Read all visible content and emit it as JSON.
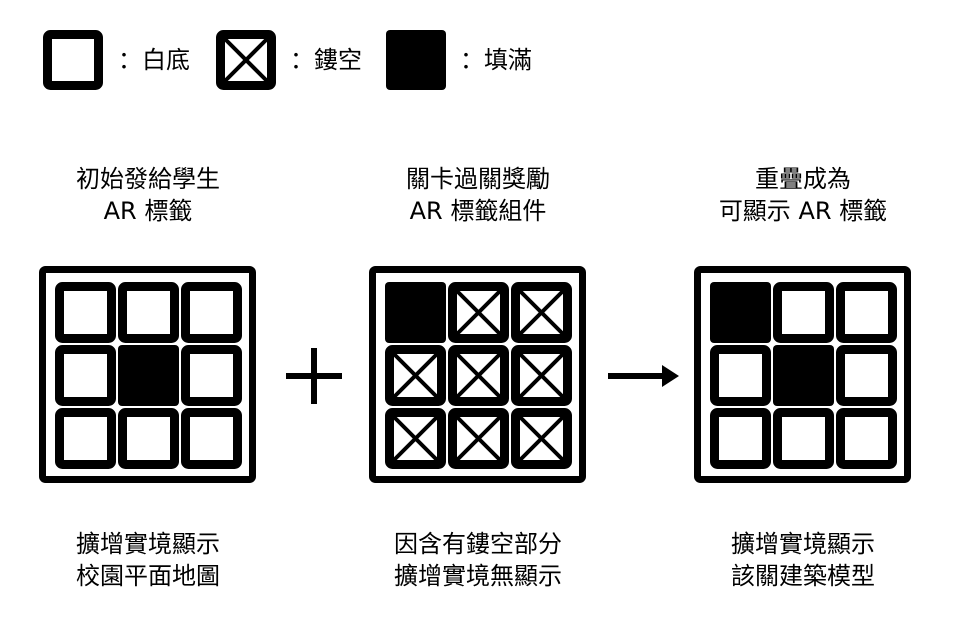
{
  "legend": [
    {
      "type": "white",
      "label": "：白底"
    },
    {
      "type": "hollow",
      "label": "：鏤空"
    },
    {
      "type": "filled",
      "label": "：填滿"
    }
  ],
  "panels": [
    {
      "title": [
        "初始發給學生",
        "AR 標籤"
      ],
      "grid": [
        "white",
        "white",
        "white",
        "white",
        "filled",
        "white",
        "white",
        "white",
        "white"
      ],
      "caption": [
        "擴增實境顯示",
        "校園平面地圖"
      ]
    },
    {
      "title": [
        "關卡過關獎勵",
        "AR 標籤組件"
      ],
      "grid": [
        "filled",
        "hollow",
        "hollow",
        "hollow",
        "hollow",
        "hollow",
        "hollow",
        "hollow",
        "hollow"
      ],
      "caption": [
        "因含有鏤空部分",
        "擴增實境無顯示"
      ]
    },
    {
      "title": [
        "重疊成為",
        "可顯示 AR 標籤"
      ],
      "grid": [
        "filled",
        "white",
        "white",
        "white",
        "filled",
        "white",
        "white",
        "white",
        "white"
      ],
      "caption": [
        "擴增實境顯示",
        "該關建築模型"
      ]
    }
  ],
  "operators": {
    "plus": "plus-icon",
    "arrow": "arrow-right-icon"
  }
}
